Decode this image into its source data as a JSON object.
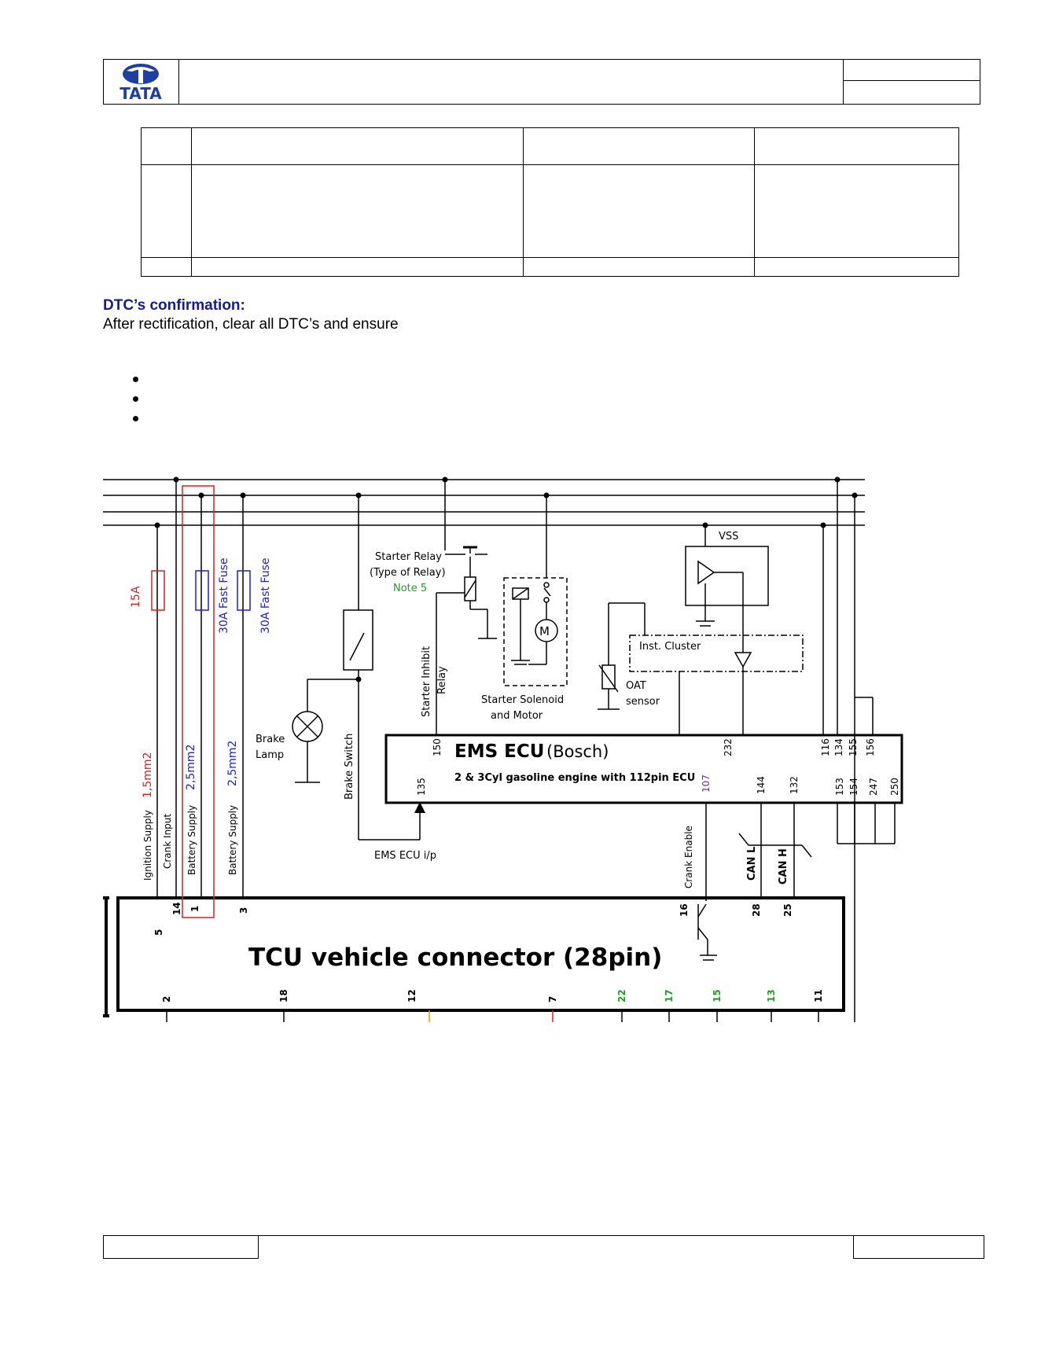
{
  "header": {
    "logo_text": "TATA"
  },
  "dtc": {
    "title": "DTC’s confirmation:",
    "text": "After rectification, clear all DTC’s and ensure"
  },
  "diagram": {
    "fuses": {
      "f15": "15A",
      "f30a": "30A Fast Fuse",
      "f30b": "30A Fast Fuse"
    },
    "wires": {
      "w1": "1,5mm2",
      "w2": "2,5mm2",
      "w3": "2,5mm2"
    },
    "supply_labels": {
      "ign": "Ignition Supply",
      "crank": "Crank Input",
      "batt1": "Battery Supply",
      "batt2": "Battery Supply"
    },
    "relay": {
      "l1": "Starter Relay",
      "l2": "(Type of Relay)",
      "note": "Note 5"
    },
    "inhibit": {
      "l1": "Starter Inhibit",
      "l2": "Relay"
    },
    "solenoid": {
      "l1": "Starter Solenoid",
      "l2": "and Motor",
      "motor": "M"
    },
    "brake": {
      "lamp1": "Brake",
      "lamp2": "Lamp",
      "switch": "Brake Switch"
    },
    "vss": "VSS",
    "cluster": "Inst. Cluster",
    "oat": {
      "l1": "OAT",
      "l2": "sensor"
    },
    "ems": {
      "title": "EMS  ECU",
      "brand": "(Bosch)",
      "subtitle": "2 & 3Cyl gasoline engine with 112pin ECU",
      "input_label": "EMS ECU  i/p",
      "pins_top": [
        "150",
        "232",
        "116",
        "134",
        "155",
        "156"
      ],
      "pins_bottom": [
        "135",
        "107",
        "144",
        "132",
        "153",
        "154",
        "247",
        "250"
      ]
    },
    "tcu": {
      "title": "TCU  vehicle connector (28pin)",
      "pins_top": [
        "5",
        "14",
        "1",
        "3",
        "16",
        "28",
        "25"
      ],
      "pins_bottom": [
        "2",
        "18",
        "12",
        "7",
        "22",
        "17",
        "15",
        "13",
        "11"
      ],
      "crank_enable": "Crank Enable",
      "can_l": "CAN L",
      "can_h": "CAN H"
    },
    "colors": {
      "red": "#d42020",
      "blue": "#2020c8",
      "green": "#22a022",
      "purple": "#6a2aa8"
    }
  }
}
